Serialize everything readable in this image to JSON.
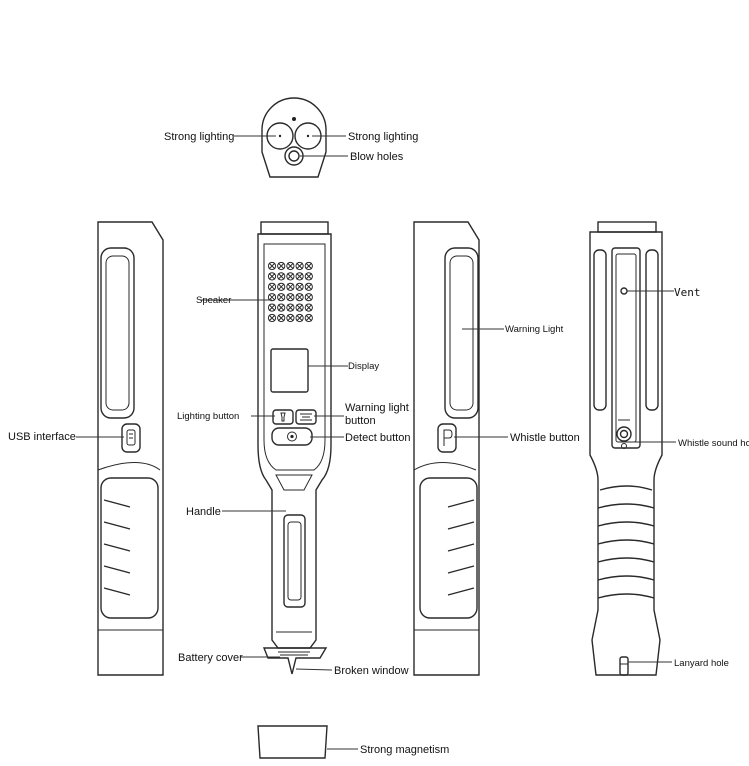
{
  "labels": {
    "strong_lighting_left": "Strong lighting",
    "strong_lighting_right": "Strong lighting",
    "blow_holes": "Blow holes",
    "speaker": "Speaker",
    "display": "Display",
    "lighting_button": "Lighting button",
    "warning_light_button_1": "Warning light",
    "warning_light_button_2": "button",
    "detect_button": "Detect button",
    "usb_interface": "USB interface",
    "handle": "Handle",
    "battery_cover": "Battery cover",
    "broken_window": "Broken window",
    "strong_magnetism": "Strong magnetism",
    "warning_light": "Warning Light",
    "whistle_button": "Whistle button",
    "vent": "Vent",
    "whistle_sound_hole": "Whistle sound hole",
    "lanyard_hole": "Lanyard hole"
  },
  "colors": {
    "outline": "#2a2a2a",
    "text": "#111111",
    "background": "#ffffff"
  },
  "icons": {
    "usb_port_icon": "usb-port-icon",
    "lighting_button_icon": "flashlight-icon",
    "warning_button_icon": "warning-icon",
    "detect_button_icon": "power-icon",
    "whistle_button_icon": "p-letter-icon"
  }
}
